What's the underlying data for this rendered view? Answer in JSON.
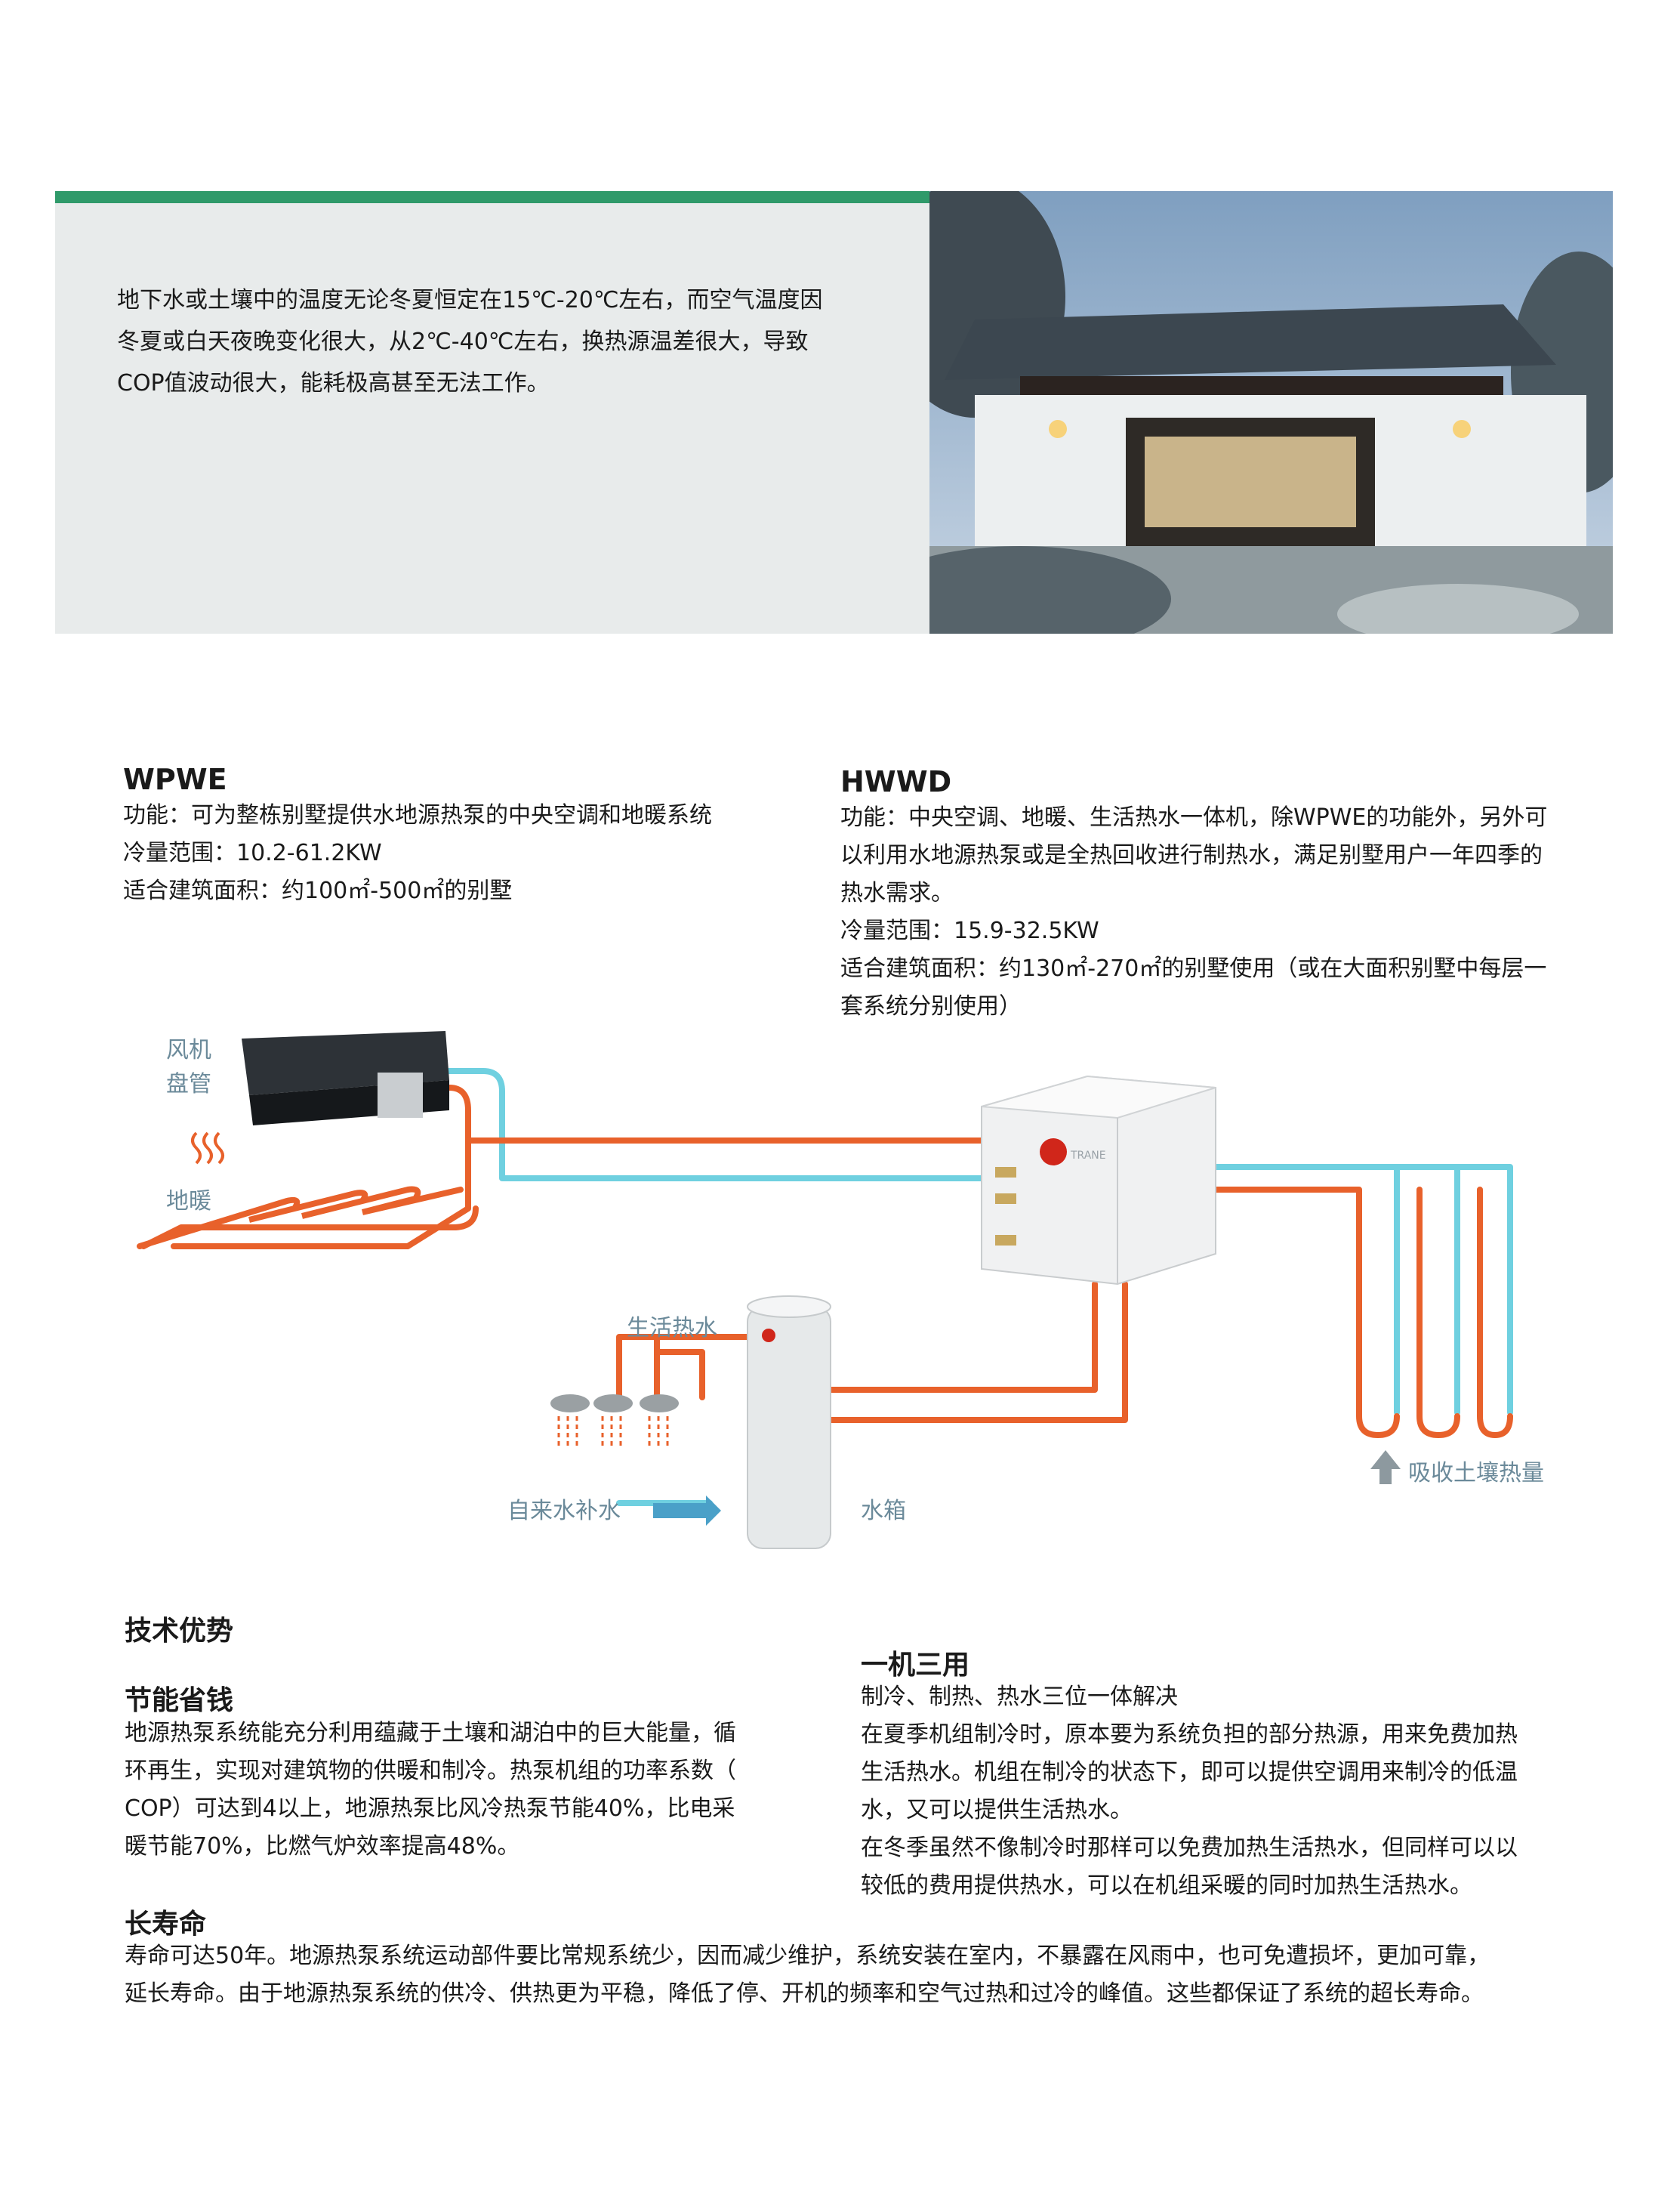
{
  "banner": {
    "lines": [
      "地下水或土壤中的温度无论冬夏恒定在15℃-20℃左右，而空气温度因",
      "冬夏或白天夜晚变化很大，从2℃-40℃左右，换热源温差很大，导致",
      "COP值波动很大，能耗极高甚至无法工作。"
    ]
  },
  "wpwe": {
    "title": "WPWE",
    "lines": [
      "功能：可为整栋别墅提供水地源热泵的中央空调和地暖系统",
      "冷量范围：10.2-61.2KW",
      "适合建筑面积：约100㎡-500㎡的别墅"
    ]
  },
  "hwwd": {
    "title": "HWWD",
    "lines": [
      "功能：中央空调、地暖、生活热水一体机，除WPWE的功能外，另外可",
      "以利用水地源热泵或是全热回收进行制热水，满足别墅用户一年四季的",
      "热水需求。",
      "冷量范围：15.9-32.5KW",
      "适合建筑面积：约130㎡-270㎡的别墅使用（或在大面积别墅中每层一",
      "套系统分别使用）"
    ]
  },
  "diagram": {
    "fan_coil_1": "风机",
    "fan_coil_2": "盘管",
    "floor_heating": "地暖",
    "domestic_hot_water": "生活热水",
    "tap_water": "自来水补水",
    "water_tank": "水箱",
    "soil_heat": "吸收土壤热量",
    "brand": "TRANE",
    "colors": {
      "hot": "#e8612b",
      "cold": "#6fd0e0"
    }
  },
  "tech": {
    "title": "技术优势"
  },
  "save": {
    "title": "节能省钱",
    "lines": [
      "地源热泵系统能充分利用蕴藏于土壤和湖泊中的巨大能量，循",
      "环再生，实现对建筑物的供暖和制冷。热泵机组的功率系数（",
      "COP）可达到4以上，地源热泵比风冷热泵节能40%，比电采",
      "暖节能70%，比燃气炉效率提高48%。"
    ]
  },
  "three": {
    "title": "一机三用",
    "lines": [
      "制冷、制热、热水三位一体解决",
      "在夏季机组制冷时，原本要为系统负担的部分热源，用来免费加热",
      "生活热水。机组在制冷的状态下，即可以提供空调用来制冷的低温",
      "水，又可以提供生活热水。",
      "在冬季虽然不像制冷时那样可以免费加热生活热水，但同样可以以",
      "较低的费用提供热水，可以在机组采暖的同时加热生活热水。"
    ]
  },
  "life": {
    "title": "长寿命",
    "lines": [
      "寿命可达50年。地源热泵系统运动部件要比常规系统少，因而减少维护，系统安装在室内，不暴露在风雨中，也可免遭损坏，更加可靠，",
      "延长寿命。由于地源热泵系统的供冷、供热更为平稳，降低了停、开机的频率和空气过热和过冷的峰值。这些都保证了系统的超长寿命。"
    ]
  }
}
